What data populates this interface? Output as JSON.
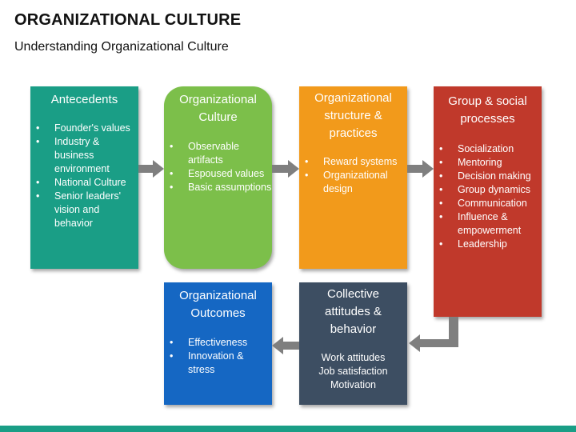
{
  "header": {
    "title": "ORGANIZATIONAL CULTURE",
    "subtitle": "Understanding Organizational Culture"
  },
  "boxes": {
    "antecedents": {
      "title": "Antecedents",
      "color": "#1a9e86",
      "items": [
        "Founder's values",
        "Industry & business environment",
        "National Culture",
        "Senior leaders' vision and behavior"
      ]
    },
    "org_culture": {
      "title": "Organizational Culture",
      "color": "#7cbf4a",
      "items": [
        "Observable artifacts",
        "Espoused values",
        "Basic assumptions"
      ]
    },
    "structure": {
      "title": "Organizational structure & practices",
      "color": "#f29a1b",
      "items": [
        "Reward systems",
        "Organizational design"
      ]
    },
    "group": {
      "title": "Group & social processes",
      "color": "#c0392b",
      "items": [
        "Socialization",
        "Mentoring",
        "Decision making",
        "Group dynamics",
        "Communication",
        "Influence & empowerment",
        "Leadership"
      ]
    },
    "outcomes": {
      "title": "Organizational Outcomes",
      "color": "#1567c3",
      "items": [
        "Effectiveness",
        "Innovation & stress"
      ]
    },
    "collective": {
      "title": "Collective attitudes & behavior",
      "color": "#3d4e62",
      "lines": [
        "Work attitudes",
        "Job satisfaction",
        "Motivation"
      ]
    }
  },
  "colors": {
    "arrow": "#7f7f7f",
    "bottom_bar": "#1a9e86"
  }
}
